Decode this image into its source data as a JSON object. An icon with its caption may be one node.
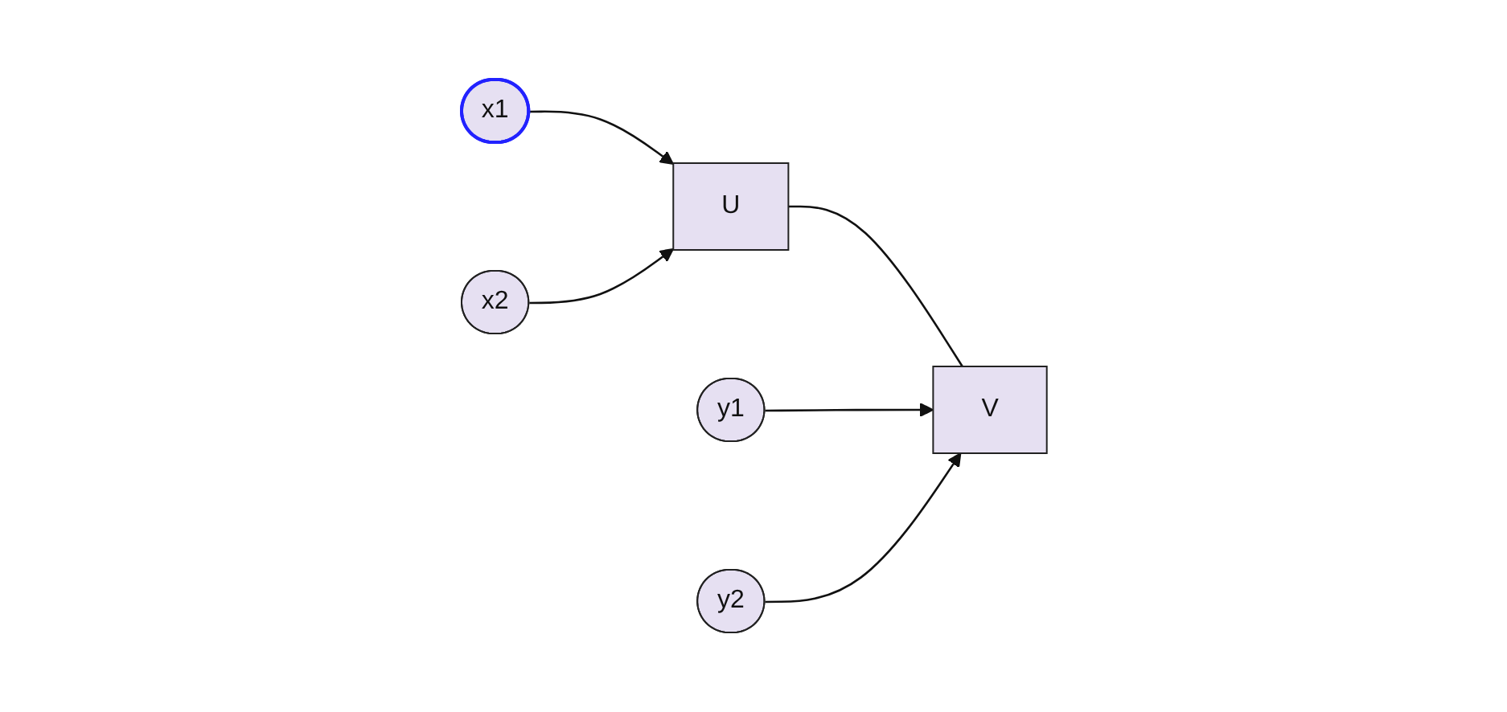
{
  "diagram": {
    "nodes": [
      {
        "text": [
          "x1"
        ]
      },
      {
        "text": [
          "y1"
        ]
      },
      {
        "text": [
          "U"
        ]
      },
      {
        "text": [
          "V"
        ]
      },
      {
        "text": [
          "x2"
        ]
      },
      {
        "text": [
          "y2"
        ]
      }
    ],
    "edges": [
      {
        "from": 0,
        "to": 2,
        "arrow": "to"
      },
      {
        "from": 4,
        "to": 2,
        "arrow": "to"
      },
      {
        "from": 2,
        "to": 3,
        "arrow": "none"
      },
      {
        "from": 1,
        "to": 3,
        "arrow": "to"
      },
      {
        "from": 5,
        "to": 3,
        "arrow": "to"
      }
    ]
  }
}
